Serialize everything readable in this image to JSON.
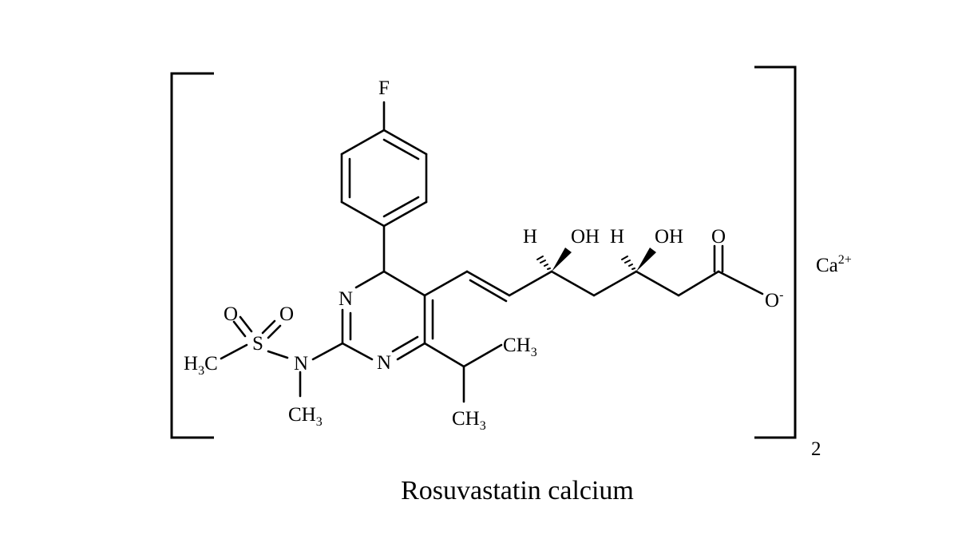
{
  "structure": {
    "caption": "Rosuvastatin calcium",
    "counter_ion": {
      "symbol": "Ca",
      "charge": "2+"
    },
    "multiplier": "2",
    "labels": {
      "fluorine": "F",
      "ring_n_upper": "N",
      "ring_n_lower": "N",
      "sulfonamide_n": "N",
      "sulfur": "S",
      "sulfonyl_o_left": "O",
      "sulfonyl_o_right": "O",
      "methyl_s": {
        "left": "H",
        "sub": "3",
        "right": "C"
      },
      "methyl_n": {
        "left": "CH",
        "sub": "3"
      },
      "isopropyl_ch3_upper": {
        "left": "CH",
        "sub": "3"
      },
      "isopropyl_ch3_lower": {
        "left": "CH",
        "sub": "3"
      },
      "hydrogen_1": "H",
      "hydroxyl_1": "OH",
      "hydrogen_2": "H",
      "hydroxyl_2": "OH",
      "carbonyl_o": "O",
      "carboxylate_o": {
        "symbol": "O",
        "charge": "-"
      }
    }
  }
}
